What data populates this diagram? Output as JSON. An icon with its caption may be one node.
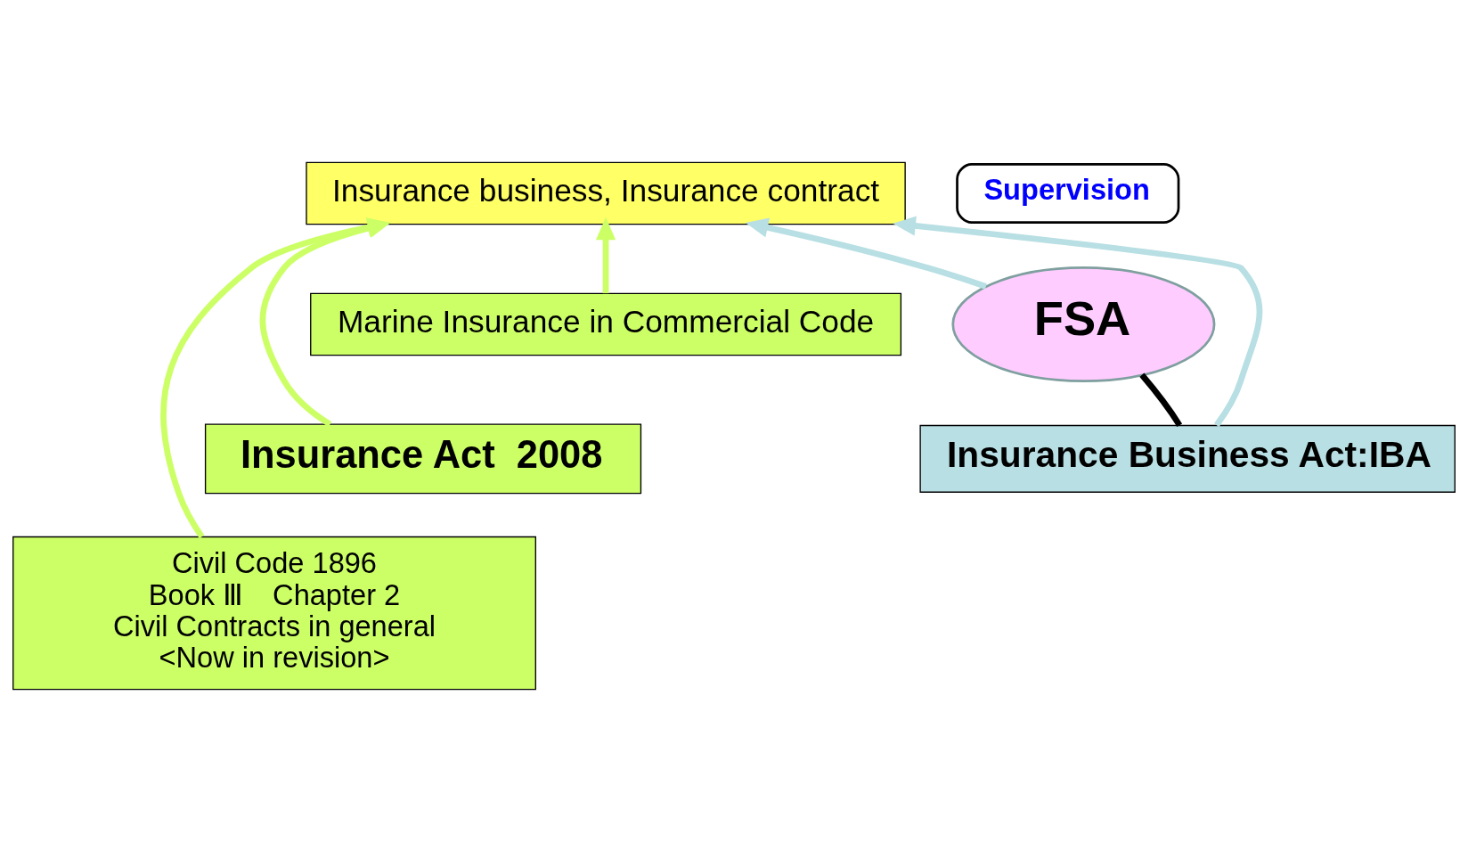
{
  "diagram": {
    "nodes": [
      {
        "text": [
          "Insurance business, Insurance contract"
        ]
      },
      {
        "text": [
          "Marine Insurance in Commercial Code"
        ]
      },
      {
        "text": [
          "Insurance Act  2008"
        ]
      },
      {
        "text": [
          "Civil Code 1896",
          "Book Ⅲ　Chapter 2",
          "Civil Contracts in general",
          "<Now in revision>"
        ]
      },
      {
        "text": [
          "Supervision"
        ]
      },
      {
        "text": [
          "FSA"
        ]
      },
      {
        "text": [
          "Insurance Business Act:IBA"
        ]
      }
    ],
    "edges": [
      {
        "from": 1,
        "to": 0,
        "arrow": "to",
        "color": "#ccff66"
      },
      {
        "from": 2,
        "to": 0,
        "arrow": "to",
        "color": "#ccff66"
      },
      {
        "from": 3,
        "to": 0,
        "arrow": "to",
        "color": "#ccff66"
      },
      {
        "from": 5,
        "to": 0,
        "arrow": "to",
        "color": "#b8dfe3"
      },
      {
        "from": 6,
        "to": 0,
        "arrow": "to",
        "color": "#b8dfe3"
      },
      {
        "from": 5,
        "to": 6,
        "arrow": "none",
        "color": "#000000"
      }
    ]
  }
}
